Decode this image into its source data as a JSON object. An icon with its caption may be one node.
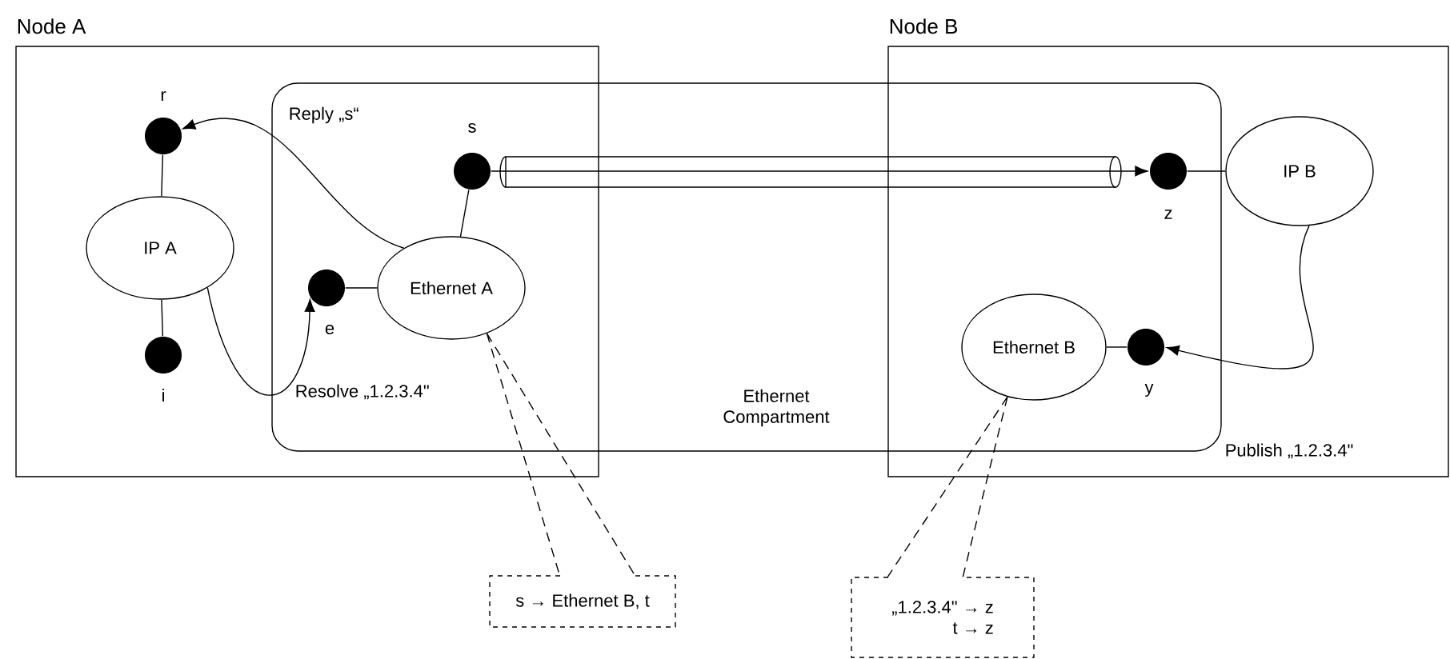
{
  "diagram": {
    "nodes": [
      {
        "text": [
          "Node A"
        ]
      },
      {
        "text": [
          "Node B"
        ]
      },
      {
        "text": [
          "Ethernet Compartment"
        ]
      },
      {
        "text": [
          "IP A"
        ],
        "in": 0
      },
      {
        "text": [],
        "shape": "circle",
        "beside": [
          "r"
        ],
        "in": 0
      },
      {
        "text": [],
        "shape": "circle",
        "beside": [
          "i"
        ],
        "in": 0
      },
      {
        "text": [],
        "shape": "circle",
        "beside": [
          "e"
        ],
        "in": 0
      },
      {
        "text": [
          "Ethernet A"
        ],
        "in": 0
      },
      {
        "text": [],
        "shape": "circle",
        "beside": [
          "s"
        ],
        "in": 0
      },
      {
        "text": [],
        "shape": "circle",
        "beside": [
          "z"
        ],
        "in": 1
      },
      {
        "text": [
          "IP B"
        ],
        "in": 1
      },
      {
        "text": [
          "Ethernet B"
        ],
        "in": 1
      },
      {
        "text": [],
        "shape": "circle",
        "beside": [
          "y"
        ],
        "in": 1
      },
      {
        "text": [
          "s → Ethernet B, t"
        ]
      },
      {
        "text": [
          "„1.2.3.4\" → z",
          "t → z"
        ]
      }
    ],
    "edges": [
      {
        "from": 4,
        "to": 3,
        "arrow": "none"
      },
      {
        "from": 3,
        "to": 5,
        "arrow": "none"
      },
      {
        "from": 3,
        "to": 6,
        "arrow": "to",
        "label": "Resolve „1.2.3.4\""
      },
      {
        "from": 7,
        "to": 4,
        "arrow": "to",
        "label": "Reply „s“"
      },
      {
        "from": 6,
        "to": 7,
        "arrow": "none"
      },
      {
        "from": 7,
        "to": 8,
        "arrow": "none"
      },
      {
        "from": 8,
        "to": 9,
        "arrow": "to"
      },
      {
        "from": 9,
        "to": 10,
        "arrow": "none"
      },
      {
        "from": 10,
        "to": 12,
        "arrow": "to",
        "label": "Publish „1.2.3.4\""
      },
      {
        "from": 11,
        "to": 12,
        "arrow": "none"
      },
      {
        "from": 13,
        "to": 7,
        "arrow": "none",
        "style": "dashed"
      },
      {
        "from": 14,
        "to": 11,
        "arrow": "none",
        "style": "dashed"
      }
    ]
  }
}
